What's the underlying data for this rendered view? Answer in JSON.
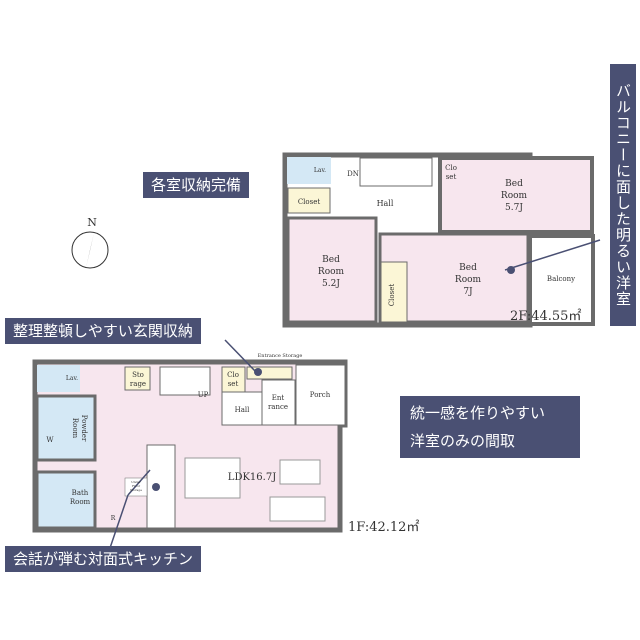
{
  "colors": {
    "wall": "#6b6b6b",
    "bedroom": "#f7e6ee",
    "wet": "#d4e8f5",
    "closet": "#fbf6d6",
    "callout": "#4a5073"
  },
  "compass": {
    "label": "N"
  },
  "callouts": {
    "storage": "各室収納完備",
    "balcony_room": "バルコニーに面した明るい洋室",
    "entrance_storage": "整理整頓しやすい玄関収納",
    "western_rooms": [
      "統一感を作りやすい",
      "洋室のみの間取"
    ],
    "kitchen": "会話が弾む対面式キッチン"
  },
  "floor2": {
    "area": "2F:44.55㎡",
    "rooms": {
      "lav": "Lav.",
      "dn": "DN",
      "closet_top": [
        "Clo",
        "set"
      ],
      "bed1": [
        "Bed",
        "Room",
        "5.7J"
      ],
      "closet": "Closet",
      "hall": "Hall",
      "bed2": [
        "Bed",
        "Room",
        "5.2J"
      ],
      "closet_vertical": "Closet",
      "bed3": [
        "Bed",
        "Room",
        "7J"
      ],
      "balcony": "Balcony"
    }
  },
  "floor1": {
    "area": "1F:42.12㎡",
    "rooms": {
      "lav": "Lav.",
      "storage": [
        "Sto",
        "rage"
      ],
      "up": "UP",
      "closet": [
        "Clo",
        "set"
      ],
      "hall": "Hall",
      "entrance": [
        "Ent",
        "rance"
      ],
      "porch": "Porch",
      "entrance_storage": "Entrance Storage",
      "powder": [
        "Powder",
        "Room"
      ],
      "washer": "W",
      "bath": [
        "Bath",
        "Room"
      ],
      "underfloor": [
        "Under",
        "Floor",
        "Storage"
      ],
      "ldk": "LDK16.7J",
      "refrigerator": "R"
    }
  }
}
